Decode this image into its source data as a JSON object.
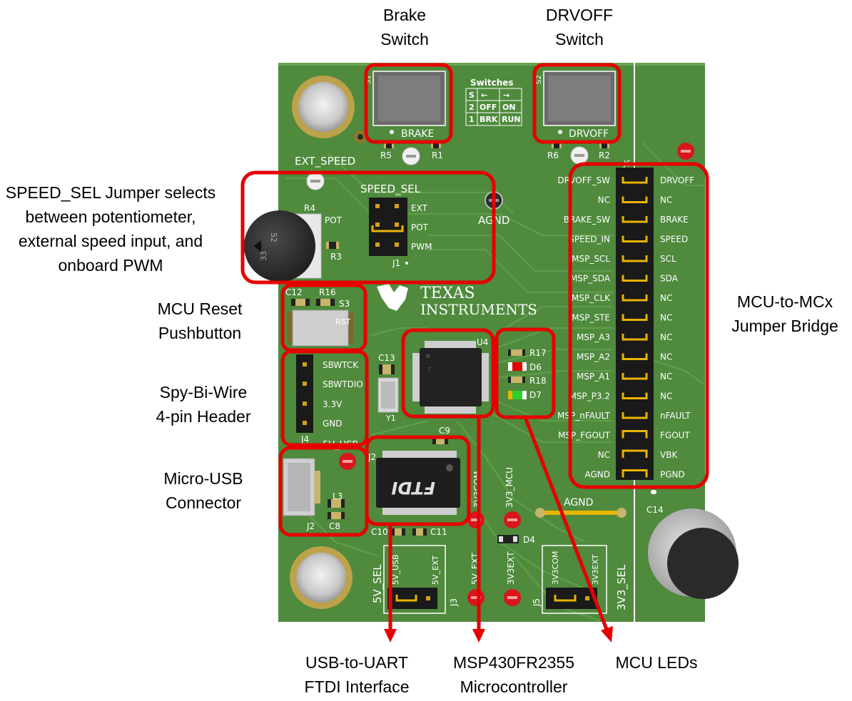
{
  "callouts": {
    "brake_switch": "Brake\nSwitch",
    "drvoff_switch": "DRVOFF\nSwitch",
    "speed_sel": "SPEED_SEL Jumper selects\nbetween potentiometer,\nexternal speed input, and\nonboard PWM",
    "mcu_reset": "MCU Reset\nPushbutton",
    "spy_bi_wire": "Spy-Bi-Wire\n4-pin Header",
    "micro_usb": "Micro-USB\nConnector",
    "jumper_bridge": "MCU-to-MCx\nJumper Bridge",
    "usb_uart": "USB-to-UART\nFTDI Interface",
    "mcu": "MSP430FR2355\nMicrocontroller",
    "mcu_leds": "MCU LEDs"
  },
  "board": {
    "colors": {
      "pcb": "#4f8a3d",
      "trace": "#5d9a4a",
      "highlight": "#e60000",
      "header": "#1a1a1a",
      "jumper": "#e8b400",
      "pad": "#c8b46a"
    },
    "switch_table": {
      "title": "Switches",
      "rows": [
        [
          "S",
          "←",
          "→"
        ],
        [
          "2",
          "OFF",
          "ON"
        ],
        [
          "1",
          "BRK",
          "RUN"
        ]
      ]
    },
    "labels": {
      "s1": "S1",
      "s2": "S2",
      "brake": "BRAKE",
      "drvoff": "DRVOFF",
      "r5": "R5",
      "r1": "R1",
      "r6": "R6",
      "r2": "R2",
      "ext_speed": "EXT_SPEED",
      "speed_sel": "SPEED_SEL",
      "ext": "EXT",
      "pot": "POT",
      "pwm": "PWM",
      "j1": "J1",
      "agnd": "AGND",
      "r4": "R4",
      "pot_label": "POT",
      "r3": "R3",
      "pot_52": "52",
      "pot_33": "33",
      "c12": "C12",
      "r16": "R16",
      "s3": "S3",
      "rst": "RST",
      "ti_line1": "TEXAS",
      "ti_line2": "INSTRUMENTS",
      "c13": "C13",
      "y1": "Y1",
      "u4": "U4",
      "r17": "R17",
      "d6": "D6",
      "r18": "R18",
      "d7": "D7",
      "sbwtck": "SBWTCK",
      "sbwtdio": "SBWTDIO",
      "v33": "3.3V",
      "gnd": "GND",
      "j4": "J4",
      "usb5v": "5V_USB",
      "c9": "C9",
      "j2a": "J2",
      "ftdi": "FTDI",
      "l3": "L3",
      "c8": "C8",
      "j2": "J2",
      "c10": "C10",
      "c11": "C11",
      "v3_3com": "3V3COM",
      "v3_3mcu": "3V3_MCU",
      "d4": "D4",
      "agnd2": "AGND",
      "c14": "C14",
      "sel5v": "5V_SEL",
      "j3_5vusb": "5V_USB",
      "j3_5vext": "5V_EXT",
      "j3": "J3",
      "v5ext": "5V_EXT",
      "v3ext": "3V3EXT",
      "j5": "J5",
      "j5_3v3com": "3V3COM",
      "j5_3v3ext": "3V3EXT",
      "sel3v3": "3V3_SEL",
      "j6": "J6"
    },
    "bridge_left": [
      "DRVOFF_SW",
      "NC",
      "BRAKE_SW",
      "SPEED_IN",
      "MSP_SCL",
      "MSP_SDA",
      "MSP_CLK",
      "MSP_STE",
      "MSP_A3",
      "MSP_A2",
      "MSP_A1",
      "MSP_P3.2",
      "MSP_nFAULT",
      "MSP_FGOUT",
      "NC",
      "AGND"
    ],
    "bridge_right": [
      "DRVOFF",
      "NC",
      "BRAKE",
      "SPEED",
      "SCL",
      "SDA",
      "NC",
      "NC",
      "NC",
      "NC",
      "NC",
      "NC",
      "nFAULT",
      "FGOUT",
      "VBK",
      "PGND"
    ]
  }
}
